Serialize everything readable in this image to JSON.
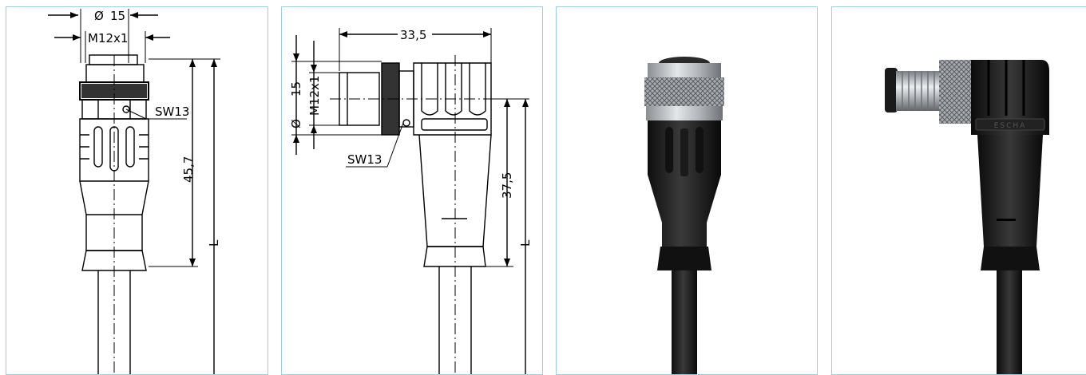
{
  "drawing_straight": {
    "diameter_symbol": "Ø",
    "diameter_value": "15",
    "thread": "M12x1",
    "wrench": "SW13",
    "length": "45,7",
    "cable_length": "L"
  },
  "drawing_angled": {
    "width": "33,5",
    "diameter_symbol": "Ø",
    "diameter_value": "15",
    "thread": "M12x1",
    "wrench": "SW13",
    "height": "37,5",
    "cable_length": "L"
  },
  "photo_angled": {
    "brand_text": "ESCHA"
  },
  "colors": {
    "panel_border": "#9ccfe5",
    "drawing_line": "#000000",
    "cable_black": "#1c1c1c",
    "metal": "#b8bcc0"
  }
}
